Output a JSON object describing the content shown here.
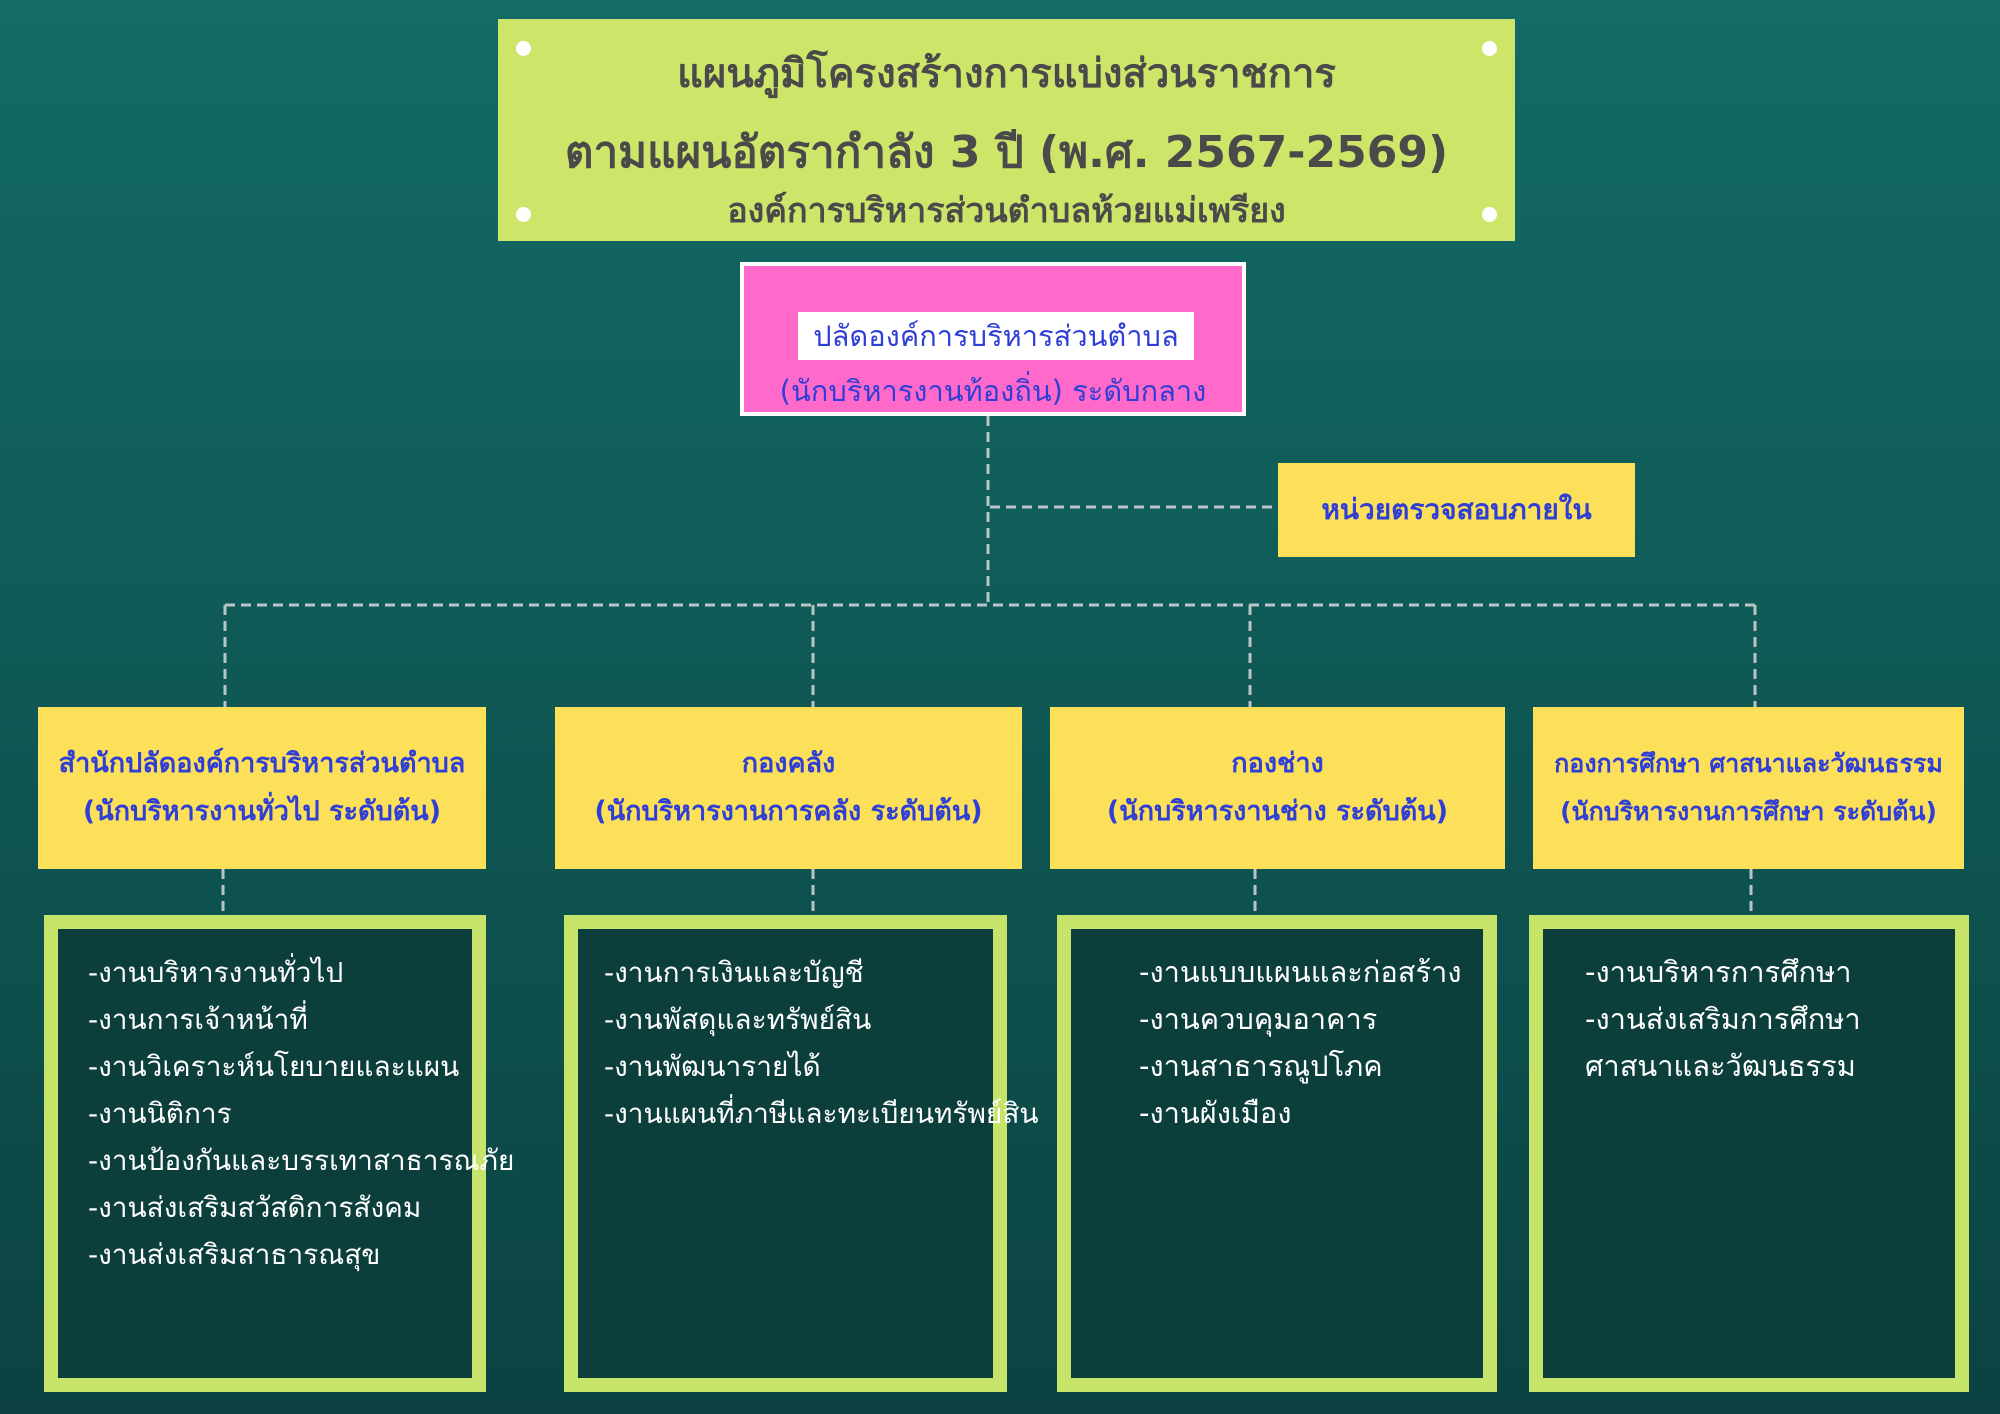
{
  "title": {
    "line1": "แผนภูมิโครงสร้างการแบ่งส่วนราชการ",
    "line2": "ตามแผนอัตรากำลัง 3 ปี (พ.ศ. 2567-2569)",
    "line3": "องค์การบริหารส่วนตำบลห้วยแม่เพรียง"
  },
  "chief": {
    "line1": "ปลัดองค์การบริหารส่วนตำบล",
    "line2": "(นักบริหารงานท้องถิ่น) ระดับกลาง"
  },
  "audit": {
    "label": "หน่วยตรวจสอบภายใน"
  },
  "divisions": [
    {
      "name": "สำนักปลัดองค์การบริหารส่วนตำบล",
      "position": "(นักบริหารงานทั่วไป ระดับต้น)",
      "tasks": [
        " -งานบริหารงานทั่วไป",
        "-งานการเจ้าหน้าที่",
        "-งานวิเคราะห์นโยบายและแผน",
        "-งานนิติการ",
        "-งานป้องกันและบรรเทาสาธารณภัย",
        "-งานส่งเสริมสวัสดิการสังคม",
        "-งานส่งเสริมสาธารณสุข"
      ]
    },
    {
      "name": "กองคลัง",
      "position": "(นักบริหารงานการคลัง ระดับต้น)",
      "tasks": [
        " -งานการเงินและบัญชี",
        "-งานพัสดุและทรัพย์สิน",
        "-งานพัฒนารายได้",
        "-งานแผนที่ภาษีและทะเบียนทรัพย์สิน"
      ]
    },
    {
      "name": "กองช่าง",
      "position": "(นักบริหารงานช่าง ระดับต้น)",
      "tasks": [
        "-งานแบบแผนและก่อสร้าง",
        "-งานควบคุมอาคาร",
        "-งานสาธารณูปโภค",
        "-งานผังเมือง"
      ]
    },
    {
      "name": "กองการศึกษา ศาสนาและวัฒนธรรม",
      "position": "(นักบริหารงานการศึกษา ระดับต้น)",
      "tasks": [
        "-งานบริหารการศึกษา",
        "-งานส่งเสริมการศึกษา ศาสนาและวัฒนธรรม"
      ]
    }
  ],
  "colors": {
    "background_top": "#136a66",
    "background_bottom": "#0b4241",
    "title_bg": "#cde66a",
    "chief_bg": "#ff69c9",
    "division_bg": "#fde05a",
    "label_blue": "#2f3fd6",
    "task_border": "#c6e36a",
    "connector": "#b9c4c4"
  }
}
